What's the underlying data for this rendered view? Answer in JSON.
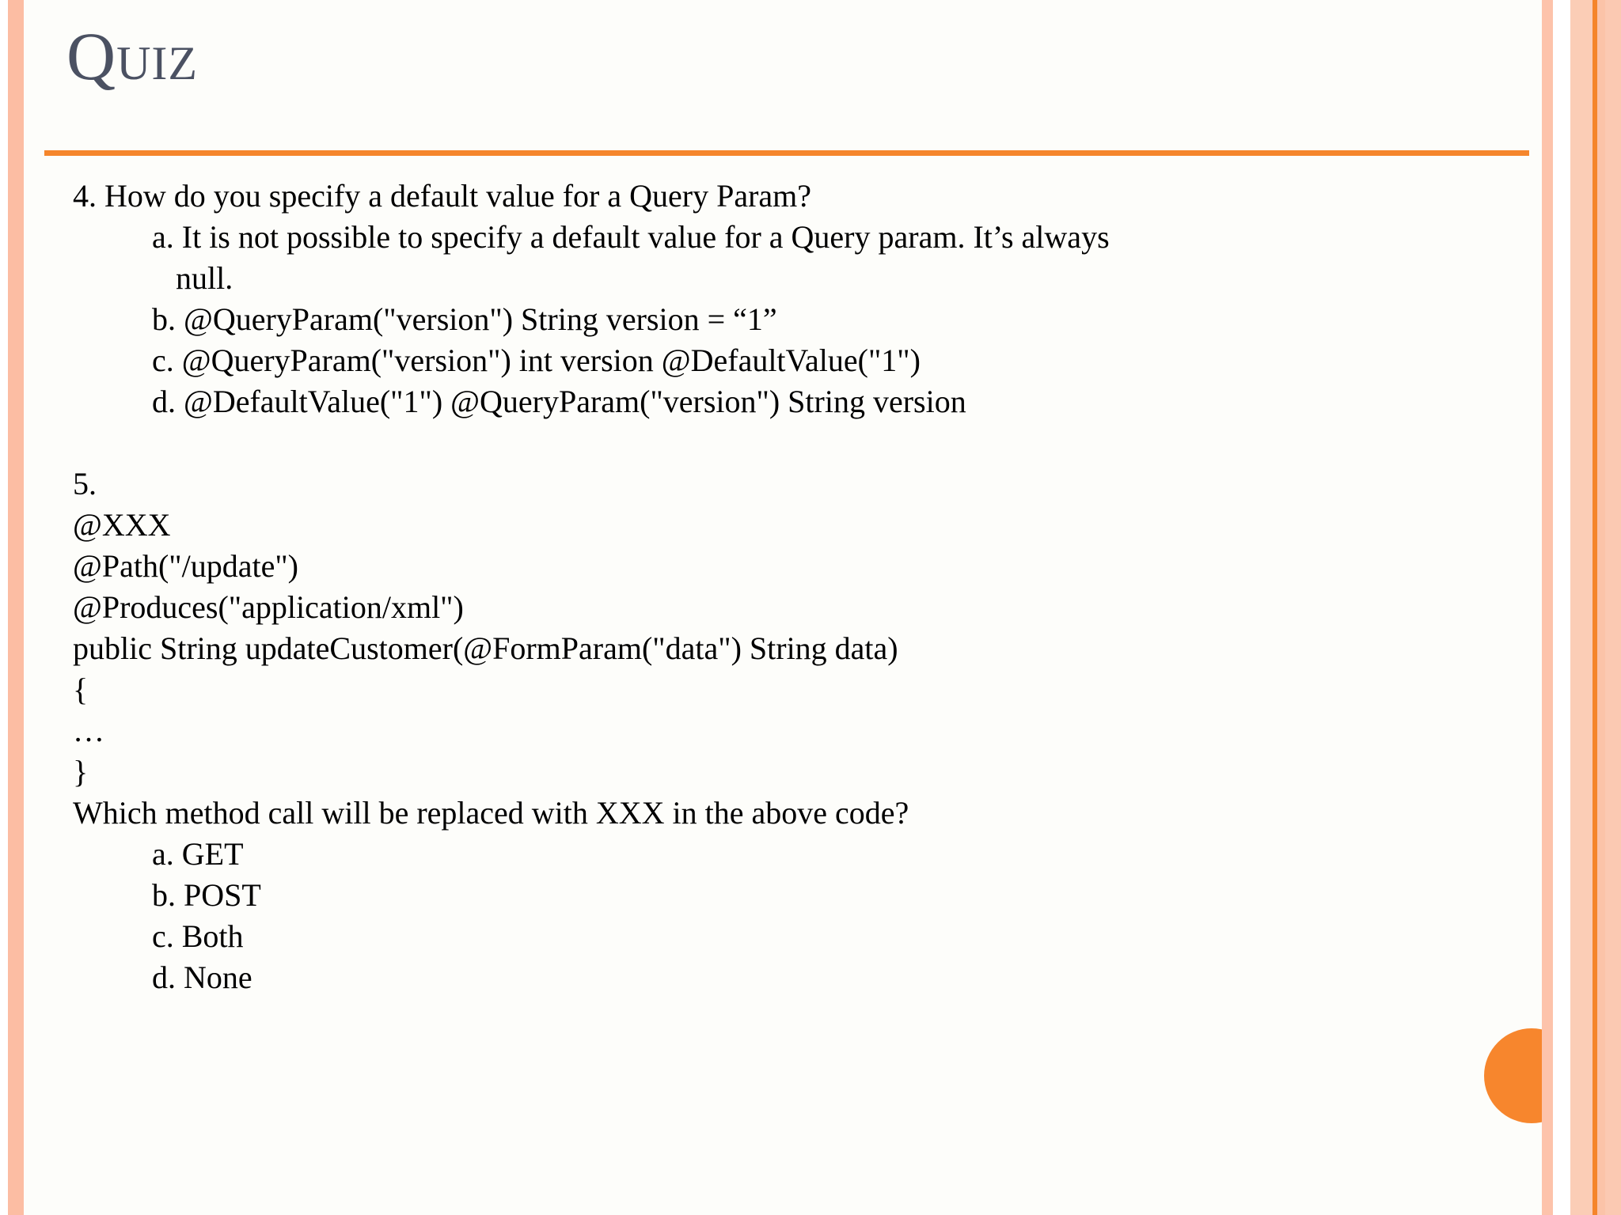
{
  "slide": {
    "title": "Quiz",
    "accent_color": "#f5862c",
    "title_color": "#4b5162",
    "background_color": "#fdfdfa",
    "stripe_color": "#fcbda3",
    "circle_color": "#f7862d"
  },
  "questions": [
    {
      "number": "4.",
      "prompt": "4. How do you specify a default value for a Query Param?",
      "options": [
        "a. It is not possible to specify a default value for a Query param. It’s always",
        "null.",
        "b. @QueryParam(\"version\") String version = “1”",
        "c. @QueryParam(\"version\") int version @DefaultValue(\"1\")",
        "d. @DefaultValue(\"1\") @QueryParam(\"version\") String version"
      ]
    },
    {
      "number": "5.",
      "prompt": "5.",
      "code": [
        "@XXX",
        "@Path(\"/update\")",
        "@Produces(\"application/xml\")",
        "public String updateCustomer(@FormParam(\"data\") String data)",
        "{",
        "…",
        "}"
      ],
      "follow_up": "Which method call will be replaced with XXX in the above code?",
      "options": [
        "a. GET",
        "b. POST",
        "c. Both",
        "d. None"
      ]
    }
  ]
}
